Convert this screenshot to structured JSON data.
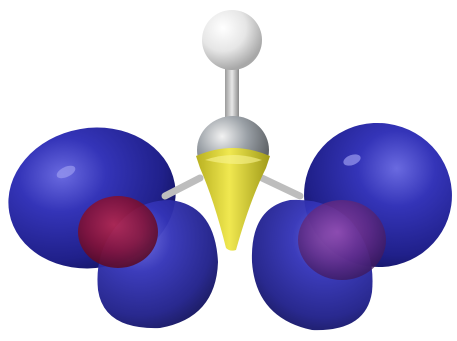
{
  "scene": {
    "background": "#ffffff",
    "molecule": {
      "atoms": [
        {
          "element": "H",
          "color": "#e6e6e6"
        },
        {
          "element": "C",
          "color": "#9aa0a6"
        }
      ],
      "bond_color": "#c8c8c8"
    },
    "orbital_lobes": {
      "count": 4,
      "color": "#2a2aa0",
      "overlap_color": "#8a1030"
    },
    "central_lobe": {
      "color": "#e8e040"
    }
  }
}
